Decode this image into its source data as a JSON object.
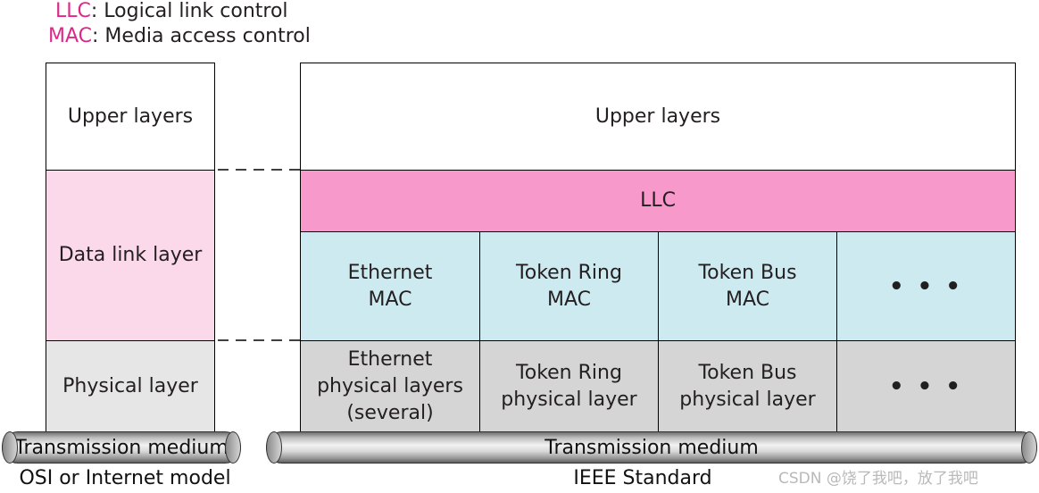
{
  "legend": {
    "llc_abbr": "LLC",
    "llc_text": ": Logical link control",
    "mac_abbr": "MAC",
    "mac_text": ": Media access control"
  },
  "osi": {
    "upper": "Upper layers",
    "data_link": "Data link layer",
    "physical": "Physical layer",
    "medium": "Transmission medium",
    "caption": "OSI or Internet model"
  },
  "ieee": {
    "upper": "Upper layers",
    "llc": "LLC",
    "mac": [
      "Ethernet\nMAC",
      "Token Ring\nMAC",
      "Token Bus\nMAC",
      "• • •"
    ],
    "phys": [
      "Ethernet\nphysical layers\n(several)",
      "Token Ring\nphysical layer",
      "Token Bus\nphysical layer",
      "• • •"
    ],
    "medium": "Transmission medium",
    "caption": "IEEE Standard"
  },
  "watermark": "CSDN @饶了我吧，放了我吧",
  "colors": {
    "llc_fill": "#f799cb",
    "data_link_fill": "#fbd9ea",
    "mac_fill": "#cdeaf1",
    "physical_osi_fill": "#e6e6e6",
    "physical_ieee_fill": "#d5d5d5",
    "legend_accent": "#e0268a"
  }
}
